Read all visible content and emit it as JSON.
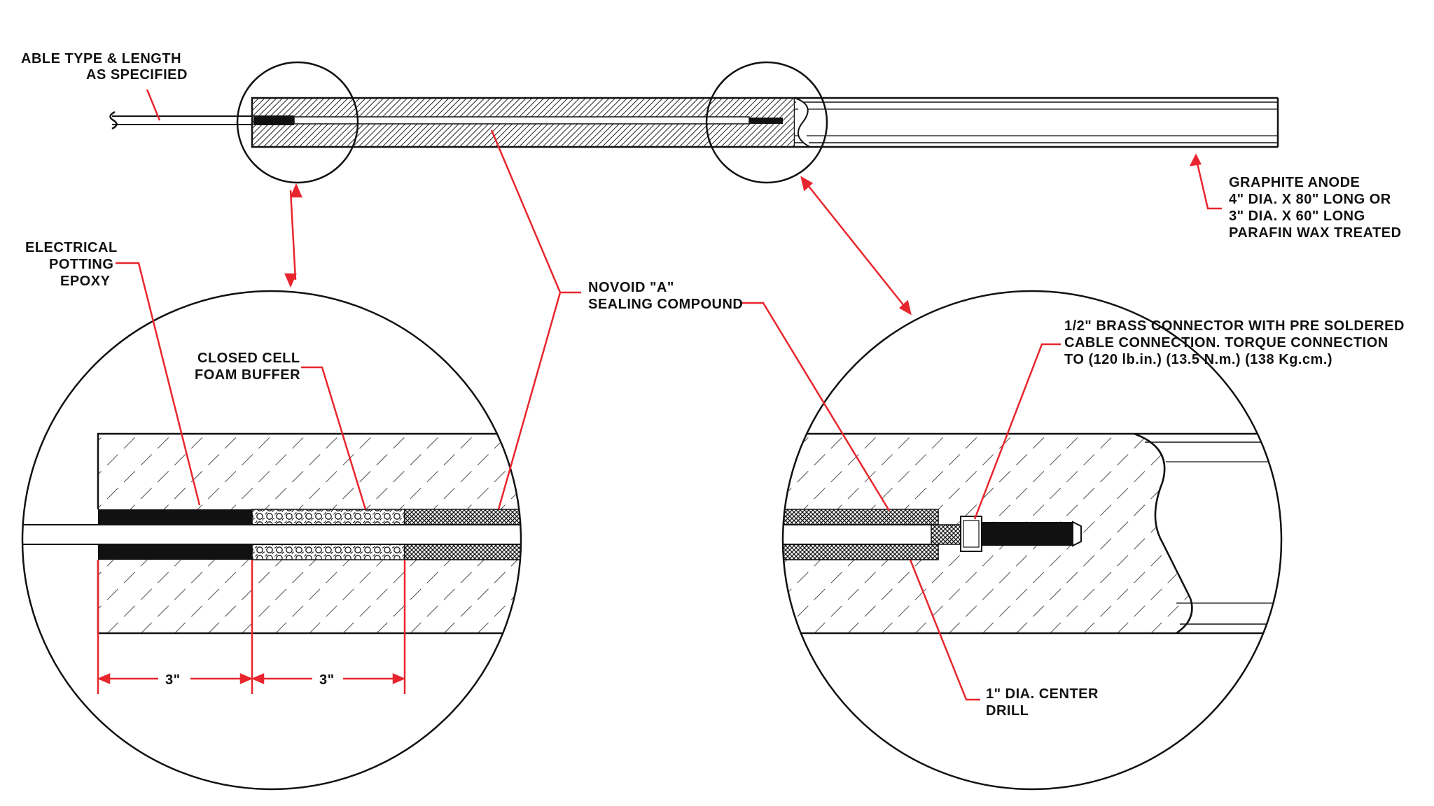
{
  "labels": {
    "cable_line1": "ABLE TYPE & LENGTH",
    "cable_line2": "AS SPECIFIED",
    "anode_line1": "GRAPHITE ANODE",
    "anode_line2": "4\" DIA. X 80\" LONG OR",
    "anode_line3": "3\" DIA. X 60\" LONG",
    "anode_line4": "PARAFIN WAX TREATED",
    "epoxy_line1": "ELECTRICAL",
    "epoxy_line2": "POTTING",
    "epoxy_line3": "EPOXY",
    "novoid_line1": "NOVOID \"A\"",
    "novoid_line2": "SEALING COMPOUND",
    "foam_line1": "CLOSED CELL",
    "foam_line2": "FOAM BUFFER",
    "brass_line1": "1/2\" BRASS CONNECTOR WITH PRE SOLDERED",
    "brass_line2": "CABLE CONNECTION. TORQUE CONNECTION",
    "brass_line3": "TO (120 lb.in.) (13.5 N.m.) (138 Kg.cm.)",
    "drill_line1": "1\" DIA. CENTER",
    "drill_line2": "DRILL",
    "dim1": "3\"",
    "dim2": "3\""
  },
  "colors": {
    "line": "#111111",
    "leader": "#e8262d",
    "fill": "#ffffff"
  }
}
